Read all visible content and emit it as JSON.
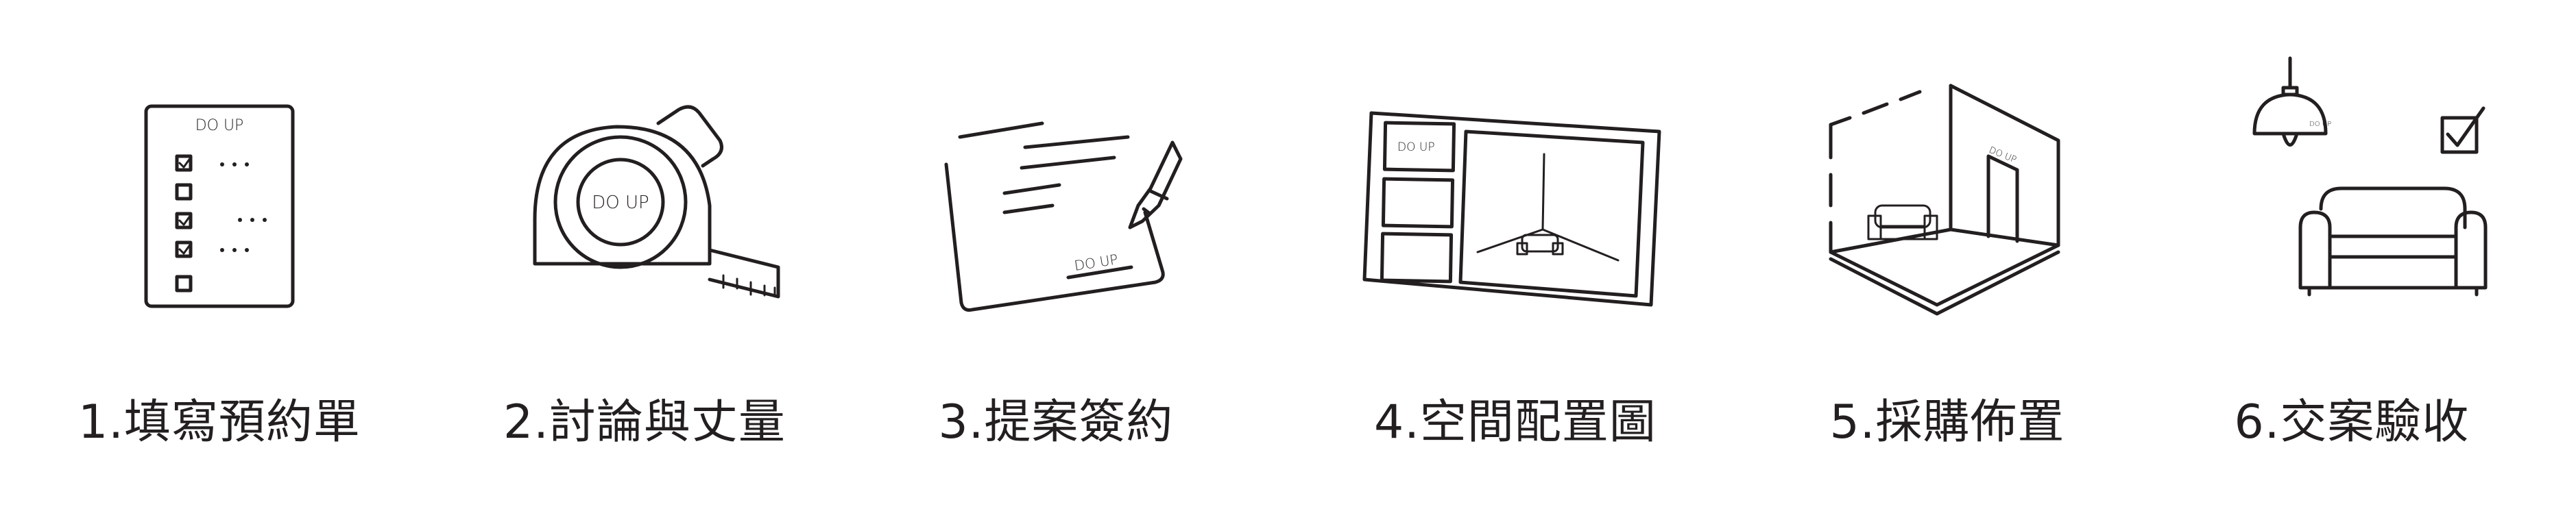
{
  "brand": {
    "text": "DO UP"
  },
  "steps": [
    {
      "number": 1,
      "label": "1.填寫預約單",
      "icon": "checklist-form-icon",
      "checkmarks": [
        "☑",
        "☐",
        "☑",
        "☑",
        "☐"
      ]
    },
    {
      "number": 2,
      "label": "2.討論與丈量",
      "icon": "measuring-tape-icon"
    },
    {
      "number": 3,
      "label": "3.提案簽約",
      "icon": "contract-pen-icon"
    },
    {
      "number": 4,
      "label": "4.空間配置圖",
      "icon": "floor-plan-board-icon"
    },
    {
      "number": 5,
      "label": "5.採購佈置",
      "icon": "furnished-room-icon"
    },
    {
      "number": 6,
      "label": "6.交案驗收",
      "icon": "sofa-lamp-check-icon",
      "check": "☑"
    }
  ]
}
